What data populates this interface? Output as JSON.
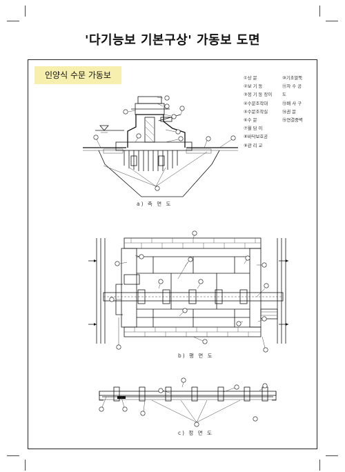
{
  "title": "'다기능보 기본구상' 가동보 도면",
  "section_label": "인양식 수문 가동보",
  "legend": [
    {
      "left": "①상 문",
      "right": "⑩기초말뚝"
    },
    {
      "left": "②보 기 동",
      "right": "⑪자 수 공"
    },
    {
      "left": "③정 기 둥 장이",
      "right": "도"
    },
    {
      "left": "④수문조작대",
      "right": "⑬배 사 구"
    },
    {
      "left": "⑤수문조작실",
      "right": "⑭권 문"
    },
    {
      "left": "⑥수 문",
      "right": "⑮연결중벽"
    },
    {
      "left": "⑦월 담 이",
      "right": ""
    },
    {
      "left": "⑧바닥보호공",
      "right": ""
    },
    {
      "left": "⑨관 리 교",
      "right": ""
    }
  ],
  "captions": {
    "side": "a) 측 면 도",
    "plan": "b) 평 면 도",
    "front": "c) 정 면 도"
  }
}
